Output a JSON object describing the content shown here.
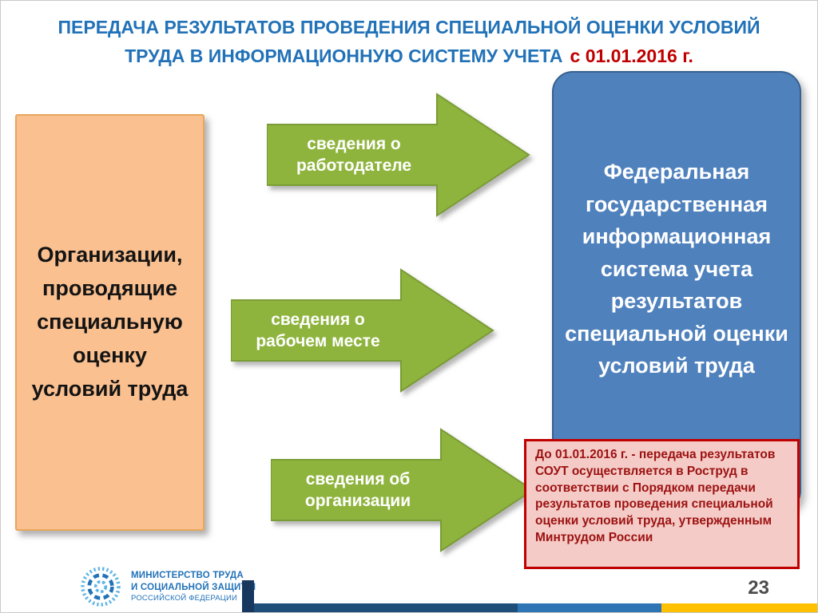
{
  "slide": {
    "title_main": "ПЕРЕДАЧА РЕЗУЛЬТАТОВ ПРОВЕДЕНИЯ СПЕЦИАЛЬНОЙ ОЦЕНКИ УСЛОВИЙ ТРУДА В ИНФОРМАЦИОННУЮ СИСТЕМУ УЧЕТА",
    "title_date": "с 01.01.2016 г.",
    "page_number": "23"
  },
  "left_box": {
    "text": "Организации, проводящие специальную оценку условий труда"
  },
  "arrows": [
    {
      "label": "сведения о работодателе"
    },
    {
      "label": "сведения о рабочем месте"
    },
    {
      "label": "сведения об организации"
    }
  ],
  "right_box": {
    "text": "Федеральная государственная информационная система учета результатов специальной оценки условий труда"
  },
  "note_box": {
    "text": "До 01.01.2016 г.  - передача результатов СОУТ осуществляется в Роструд в соответствии с Порядком передачи результатов проведения специальной оценки условий труда, утвержденным Минтрудом России"
  },
  "footer": {
    "ministry_line1": "МИНИСТЕРСТВО ТРУДА",
    "ministry_line2": "И СОЦИАЛЬНОЙ ЗАЩИТЫ",
    "ministry_line3": "РОССИЙСКОЙ ФЕДЕРАЦИИ"
  },
  "colors": {
    "title_blue": "#2272B8",
    "date_red": "#C00000",
    "left_box_orange": "#FAC090",
    "arrow_green": "#8FB43E",
    "right_box_blue": "#4F81BD",
    "note_bg_pink": "#F4CBC6",
    "note_border_red": "#C00000",
    "note_text_red": "#9C1212",
    "stripe_navy": "#1F4E79",
    "stripe_blue": "#2E75B6",
    "stripe_yellow": "#FFC000"
  }
}
